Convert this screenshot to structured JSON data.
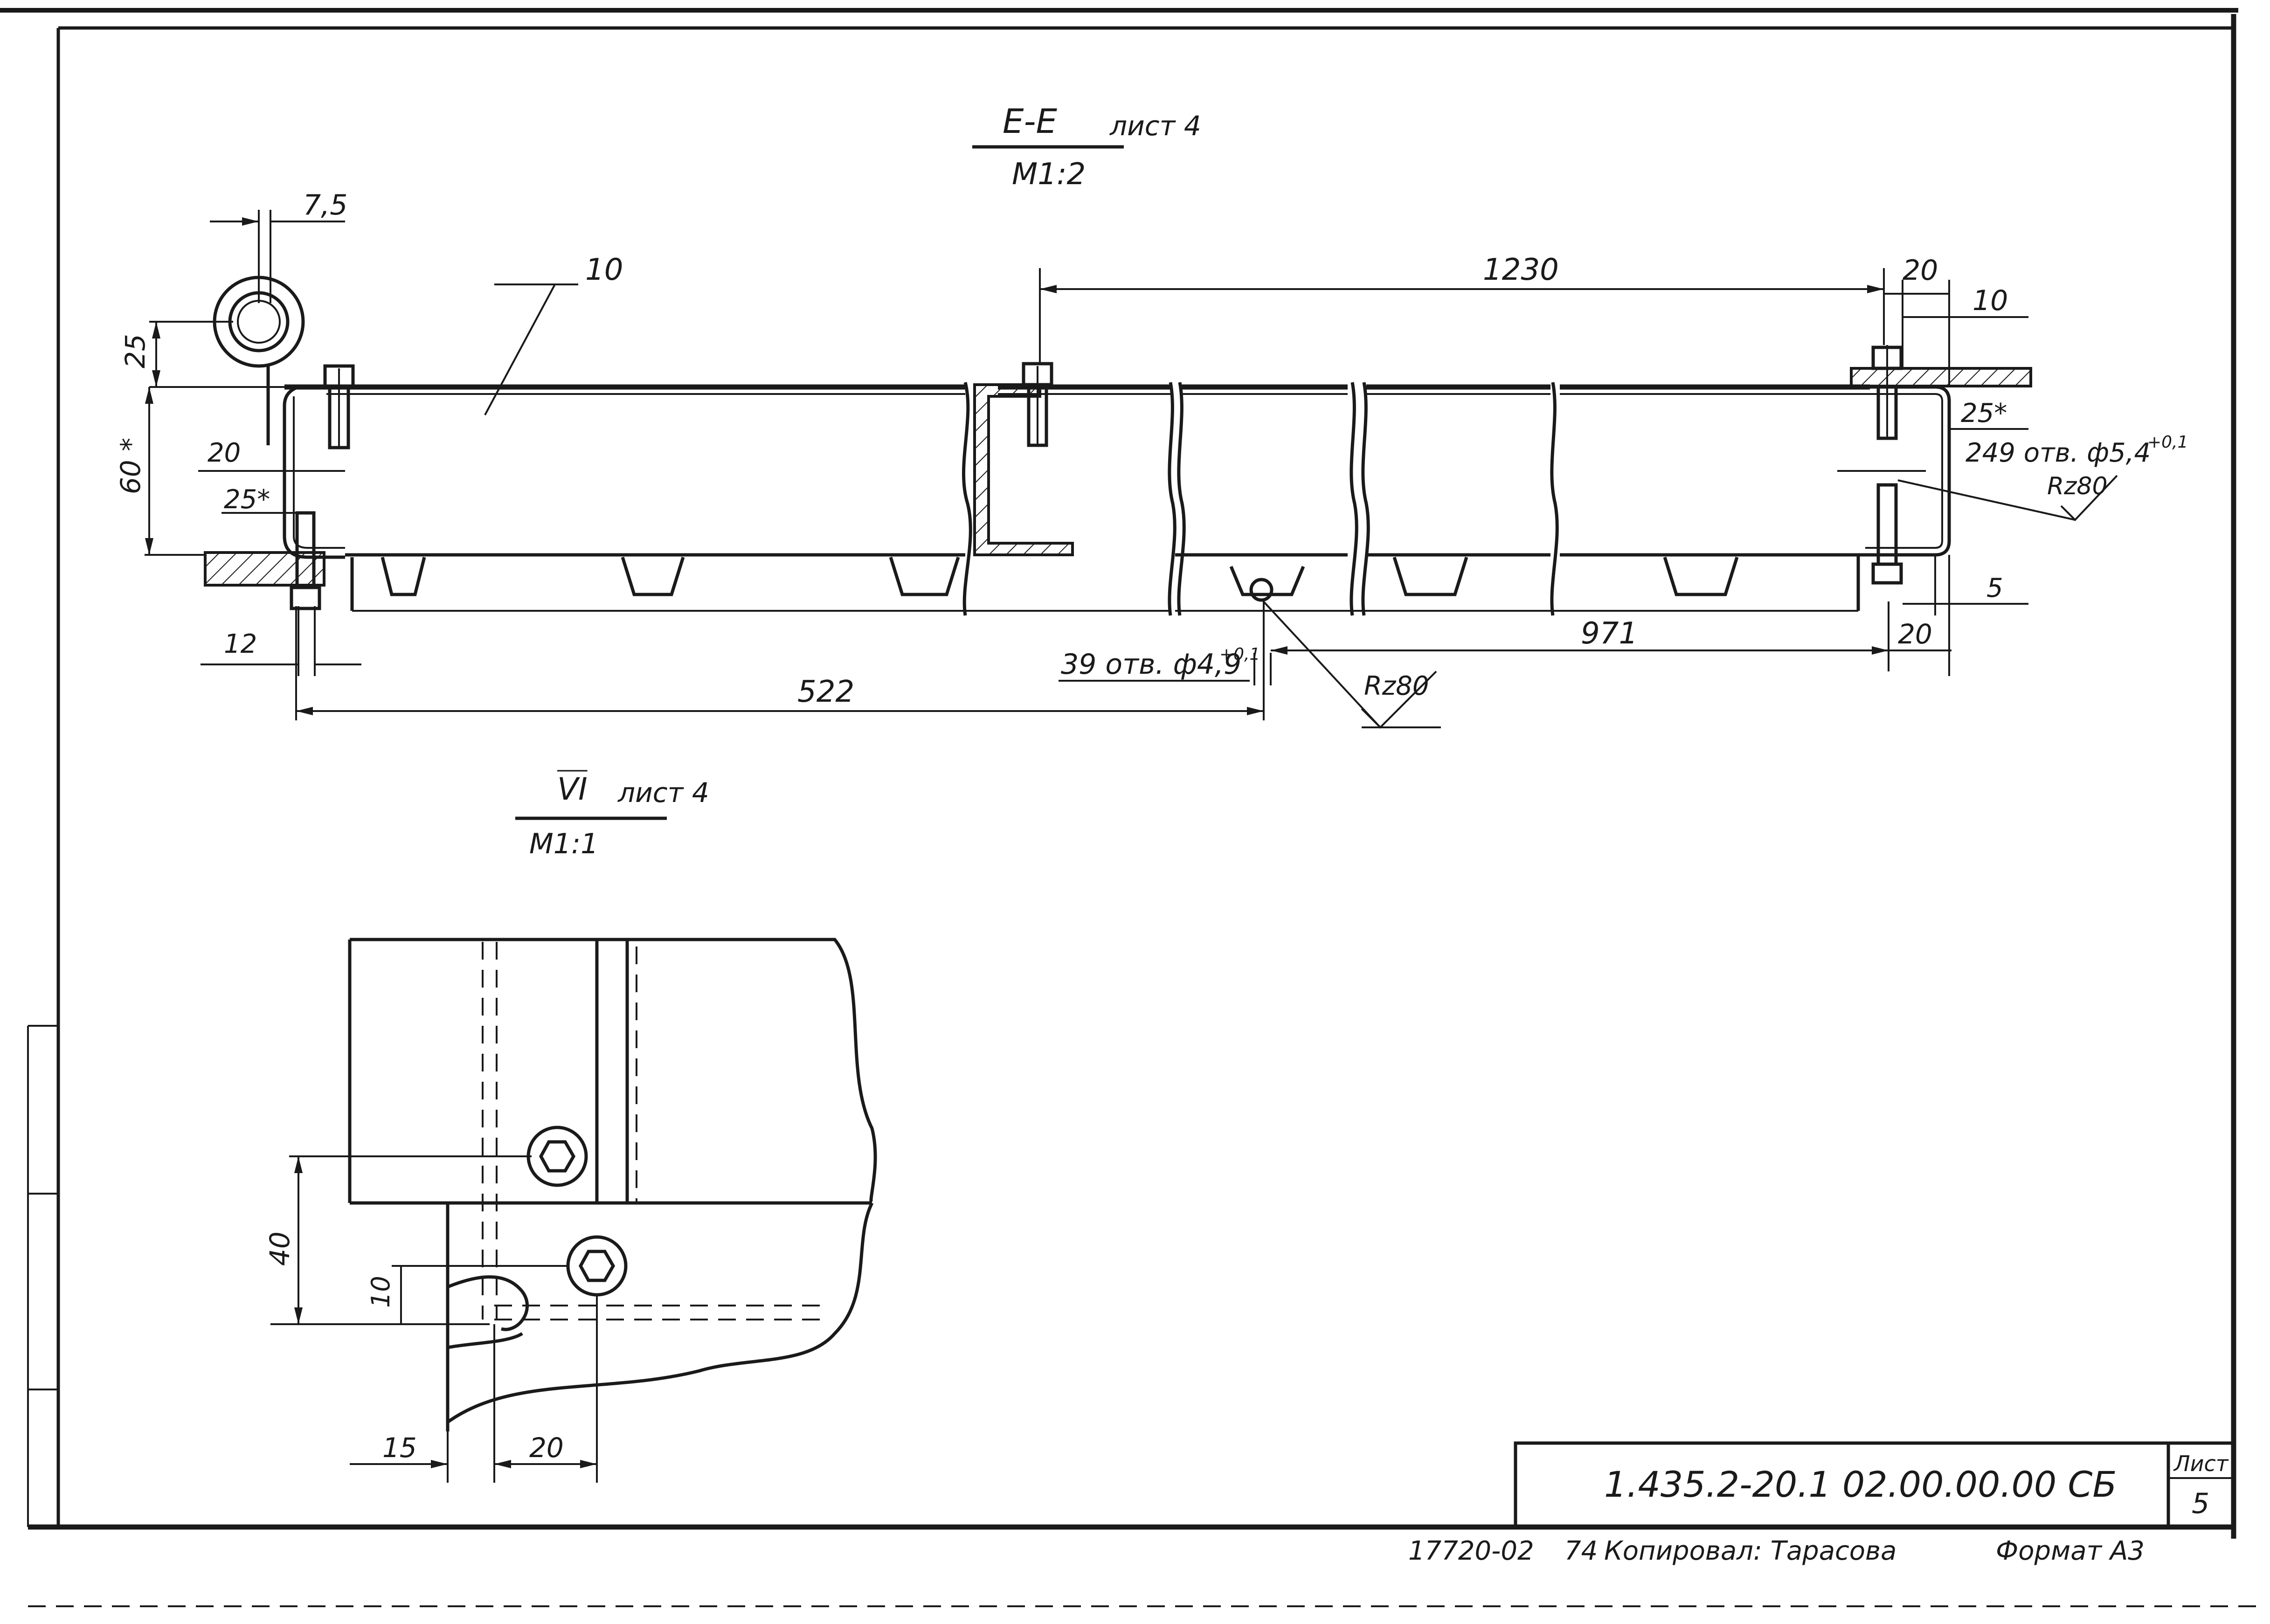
{
  "section_ee": {
    "title": "Е-Е",
    "sheet_ref": "лист 4",
    "scale": "М1:2"
  },
  "view_vi": {
    "title": "VI",
    "sheet_ref": "лист 4",
    "scale": "М1:1"
  },
  "dimensions_ee": {
    "d7_5": "7,5",
    "d1230": "1230",
    "d20_top": "20",
    "d10_top": "10",
    "d25": "25",
    "d60": "60 *",
    "d20_left": "20",
    "d25_star_left": "25*",
    "d25_star_right": "25*",
    "d12": "12",
    "d522": "522",
    "d971": "971",
    "d5": "5",
    "d20_bottom": "20",
    "holes_39": "39 отв. ф4,9",
    "holes_39_tol": "+0,1",
    "holes_249": "249 отв. ф5,4",
    "holes_249_tol": "+0,1",
    "rz_right": "Rz80",
    "rz_bottom": "Rz80",
    "leader_10": "10"
  },
  "dimensions_vi": {
    "d40": "40",
    "d10": "10",
    "d15": "15",
    "d20": "20"
  },
  "title_block": {
    "designation": "1.435.2-20.1  02.00.00.00 СБ",
    "sheet_label": "Лист",
    "sheet_number": "5"
  },
  "footer": {
    "order": "17720-02",
    "code": "74",
    "copied_by": "Копировал: Тарасова",
    "format": "Формат А3"
  }
}
